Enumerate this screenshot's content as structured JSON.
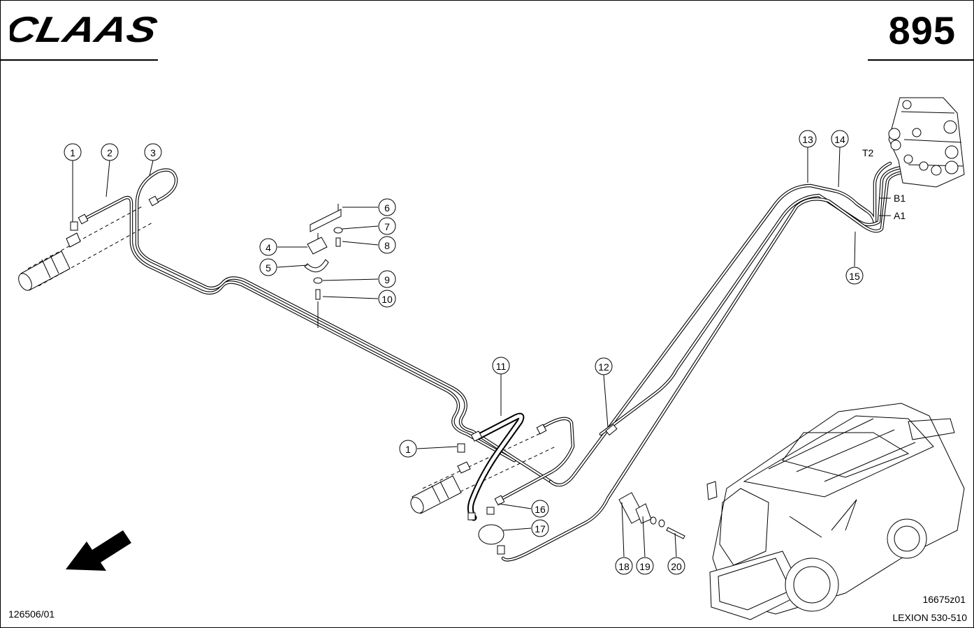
{
  "header": {
    "brand": "CLAAS",
    "sheet_number": "895"
  },
  "callouts": [
    {
      "label": "1"
    },
    {
      "label": "2"
    },
    {
      "label": "3"
    },
    {
      "label": "4"
    },
    {
      "label": "5"
    },
    {
      "label": "6"
    },
    {
      "label": "7"
    },
    {
      "label": "8"
    },
    {
      "label": "9"
    },
    {
      "label": "10"
    },
    {
      "label": "11"
    },
    {
      "label": "12"
    },
    {
      "label": "13"
    },
    {
      "label": "14"
    },
    {
      "label": "15"
    },
    {
      "label": "1"
    },
    {
      "label": "16"
    },
    {
      "label": "17"
    },
    {
      "label": "18"
    },
    {
      "label": "19"
    },
    {
      "label": "20"
    }
  ],
  "port_labels": {
    "t2": "T2",
    "b1": "B1",
    "a1": "A1"
  },
  "footer": {
    "doc_ref": "126506/01",
    "drawing_ref": "16675z01",
    "model": "LEXION 530-510"
  },
  "colors": {
    "line": "#000000",
    "background": "#ffffff"
  }
}
